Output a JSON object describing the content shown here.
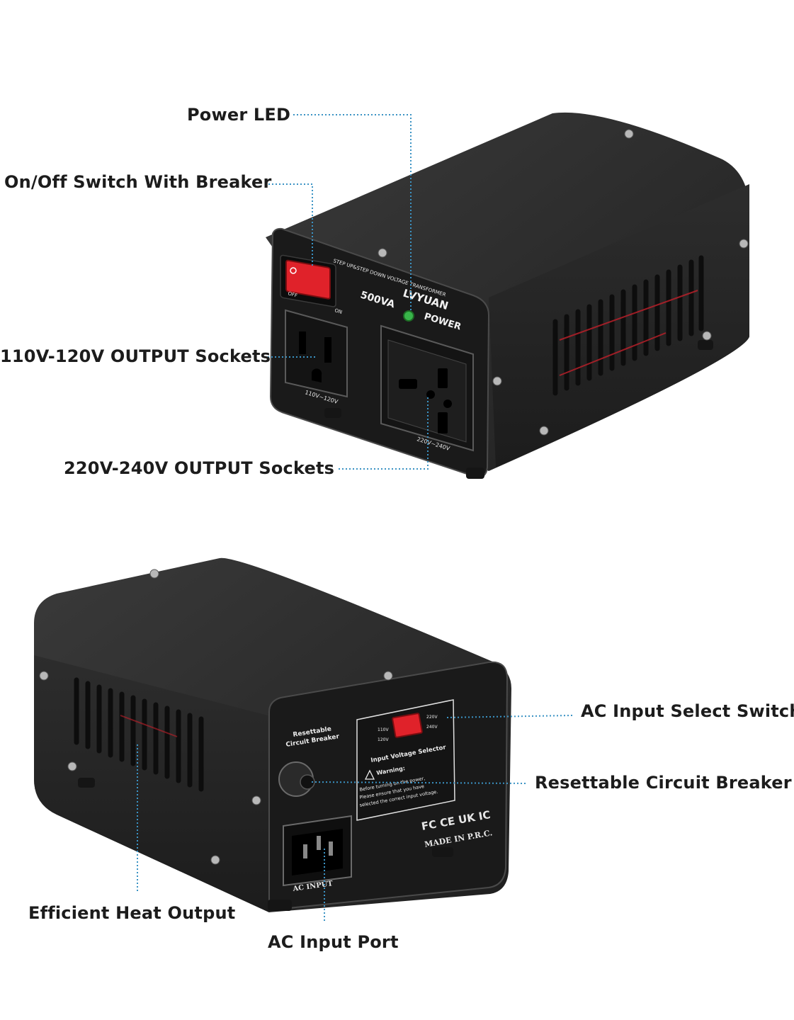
{
  "colors": {
    "leader": "#3b93c4",
    "chassis": "#242424",
    "chassis_face": "#1a1a1a",
    "rocker": "#e0222a",
    "led": "#39b54a",
    "vent_glow": "#c0202a"
  },
  "callouts": {
    "power_led": "Power LED",
    "onoff_switch": "On/Off Switch With Breaker",
    "output_110": "110V-120V OUTPUT Sockets",
    "output_220": "220V-240V OUTPUT Sockets",
    "ac_select": "AC Input Select Switch",
    "breaker": "Resettable Circuit Breaker",
    "heat": "Efficient Heat Output",
    "ac_port": "AC Input Port"
  },
  "front_panel": {
    "title": "STEP UP&STEP DOWN VOLTAGE TRANSFORMER",
    "brand": "LVYUAN",
    "rating": "500VA",
    "power_label": "POWER",
    "off_label": "OFF",
    "on_label": "ON",
    "socket_110_label": "110V~120V",
    "socket_220_label": "220V~240V"
  },
  "rear_panel": {
    "breaker_label_1": "Resettable",
    "breaker_label_2": "Circuit Breaker",
    "selector_110": "110V",
    "selector_120": "120V",
    "selector_220": "220V",
    "selector_240": "240V",
    "selector_title": "Input Voltage Selector",
    "warning_title": "Warning:",
    "warning_1": "Before turning on the power,",
    "warning_2": "Please ensure that you have",
    "warning_3": "selected the correct input voltage.",
    "marks": "FC CE UK IC",
    "made_in": "MADE IN P.R.C.",
    "ac_input_label": "AC INPUT"
  }
}
